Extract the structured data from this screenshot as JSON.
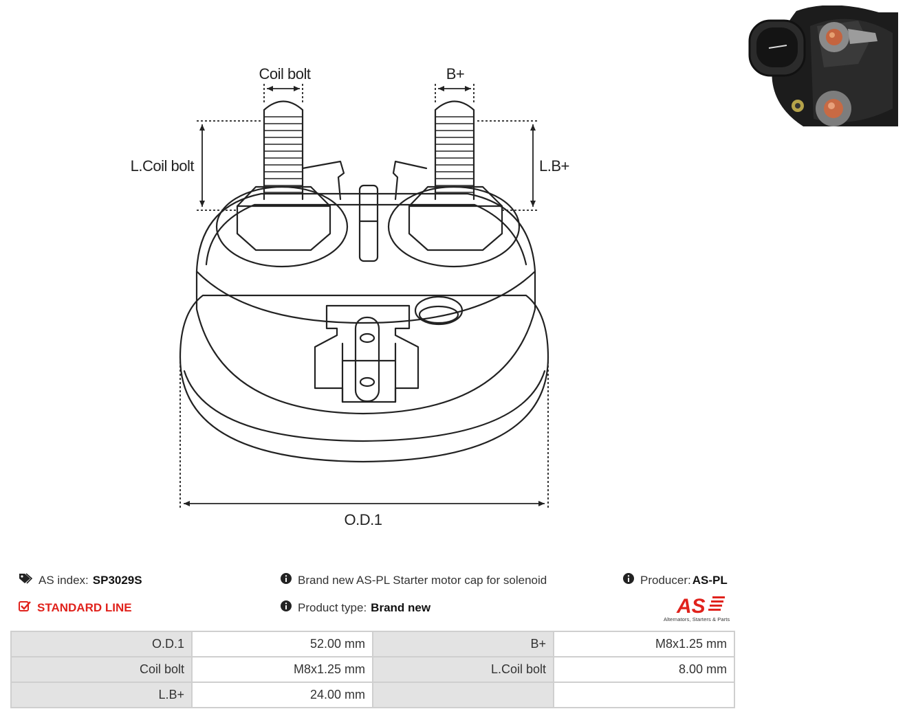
{
  "drawing": {
    "labels": {
      "coil_bolt": "Coil bolt",
      "b_plus": "B+",
      "l_coil_bolt": "L.Coil bolt",
      "l_b_plus": "L.B+",
      "od1": "O.D.1"
    }
  },
  "info": {
    "as_index_label": "AS index:",
    "as_index_value": "SP3029S",
    "line": "STANDARD LINE",
    "description": "Brand new AS-PL Starter motor cap for solenoid",
    "product_type_label": "Product type:",
    "product_type_value": "Brand new",
    "producer_label": "Producer:",
    "producer_value": "AS-PL",
    "logo_text": "AS",
    "logo_subtext": "Alternators, Starters & Parts"
  },
  "icons": {
    "tag": "tags-icon",
    "check": "checkbox-icon",
    "info": "info-circle-icon"
  },
  "colors": {
    "accent_red": "#e0221c",
    "header_cell": "#e3e3e3",
    "border": "#cfcfcf"
  },
  "specs": {
    "rows": [
      {
        "k1": "O.D.1",
        "v1": "52.00 mm",
        "k2": "B+",
        "v2": "M8x1.25 mm"
      },
      {
        "k1": "Coil bolt",
        "v1": "M8x1.25 mm",
        "k2": "L.Coil bolt",
        "v2": "8.00 mm"
      },
      {
        "k1": "L.B+",
        "v1": "24.00 mm",
        "k2": "",
        "v2": ""
      }
    ]
  }
}
